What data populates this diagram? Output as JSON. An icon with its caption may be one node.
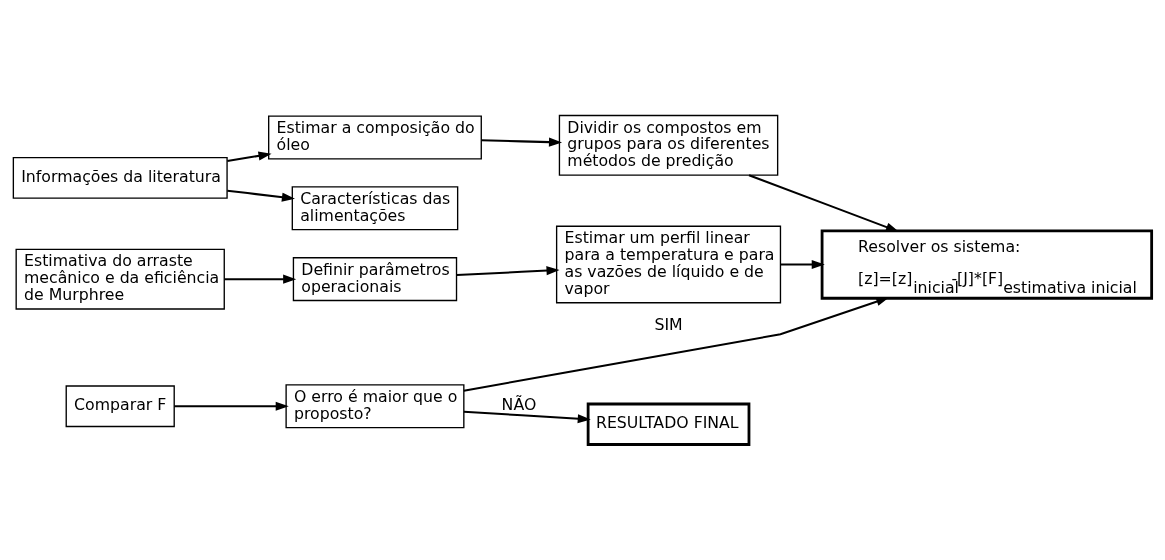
{
  "diagram": {
    "nodes": [
      {
        "text": [
          "Informações da literatura"
        ]
      },
      {
        "text": [
          "Estimar a composição do óleo"
        ]
      },
      {
        "text": [
          "Características das alimentações"
        ]
      },
      {
        "text": [
          "Dividir os compostos em grupos para os diferentes métodos de predição"
        ]
      },
      {
        "text": [
          "Estimativa do arraste mecânico e da eficiência de Murphree"
        ]
      },
      {
        "text": [
          "Definir parâmetros operacionais"
        ]
      },
      {
        "text": [
          "Estimar um perfil linear para a temperatura e para as vazões de líquido e de vapor"
        ]
      },
      {
        "text": [
          "Resolver os sistema:",
          "[z]=[z]$_{inicial}$-[J]*[F]$_{estimativa inicial}$"
        ]
      },
      {
        "text": [
          "Comparar F"
        ]
      },
      {
        "text": [
          "O erro é maior que o proposto?"
        ]
      },
      {
        "text": [
          "RESULTADO FINAL"
        ]
      }
    ],
    "edges": [
      {
        "from": 0,
        "to": 1,
        "arrow": "to"
      },
      {
        "from": 0,
        "to": 2,
        "arrow": "to"
      },
      {
        "from": 1,
        "to": 3,
        "arrow": "to"
      },
      {
        "from": 3,
        "to": 7,
        "arrow": "to"
      },
      {
        "from": 4,
        "to": 5,
        "arrow": "to"
      },
      {
        "from": 5,
        "to": 6,
        "arrow": "to"
      },
      {
        "from": 6,
        "to": 7,
        "arrow": "to"
      },
      {
        "from": 8,
        "to": 9,
        "arrow": "to"
      },
      {
        "from": 9,
        "to": 7,
        "arrow": "to",
        "label": "SIM"
      },
      {
        "from": 9,
        "to": 10,
        "arrow": "to",
        "label": "NÃO"
      }
    ]
  }
}
